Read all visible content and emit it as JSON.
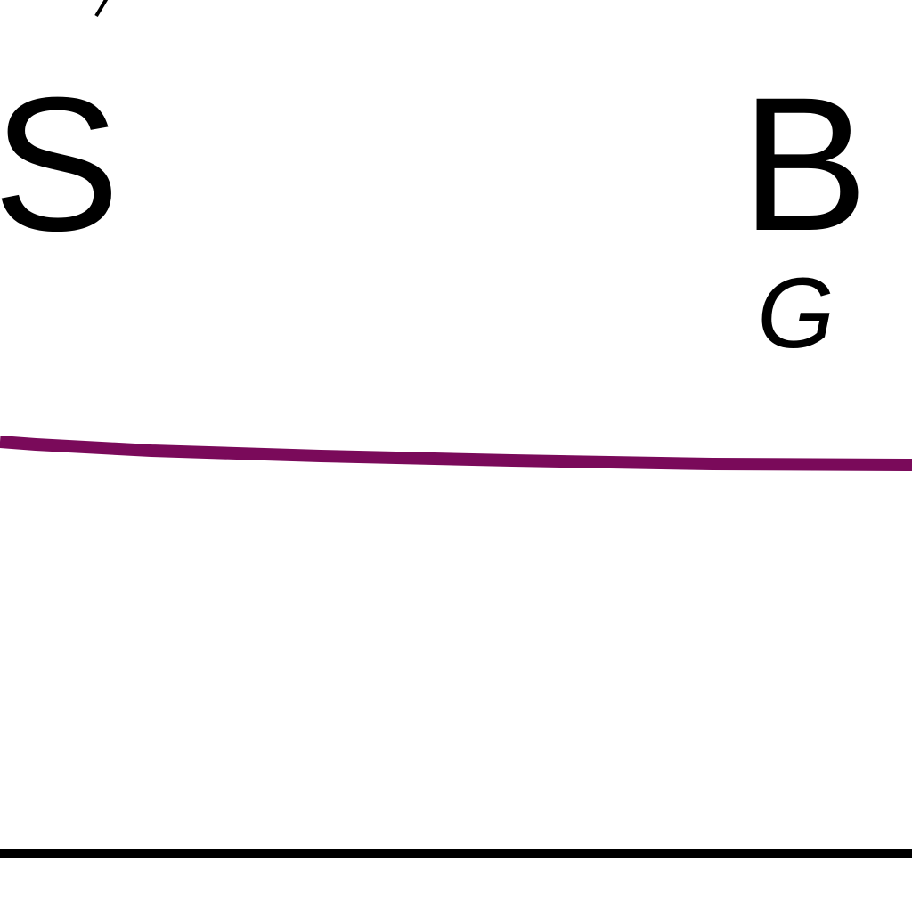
{
  "labels": {
    "top_left_letter": "S",
    "top_right_letter": "B",
    "subscript_letter": "G"
  },
  "colors": {
    "curve": "#7a0a5a",
    "baseline": "#000000",
    "text": "#000000"
  }
}
